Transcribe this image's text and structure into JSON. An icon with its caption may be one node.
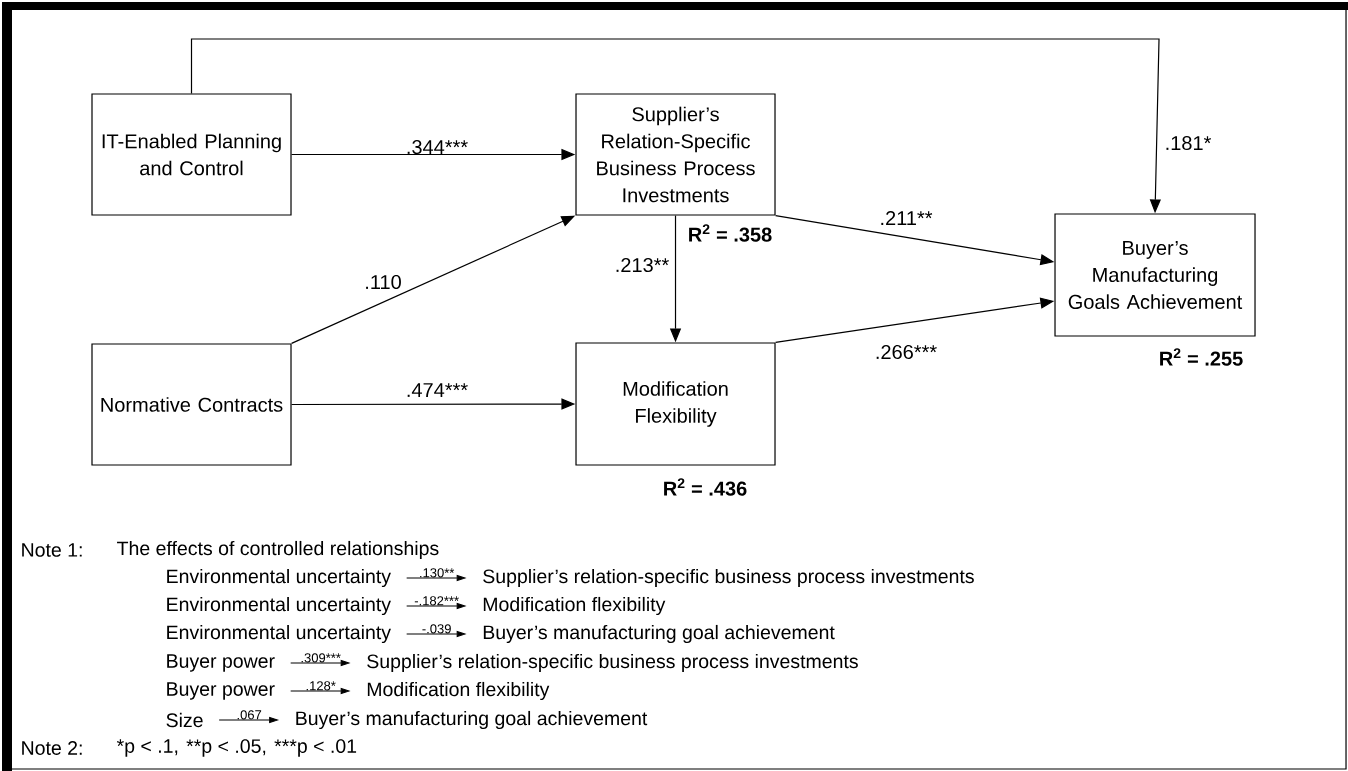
{
  "diagram": {
    "nodes": [
      {
        "text": [
          "IT-Enabled Planning and Control"
        ]
      },
      {
        "text": [
          "Supplier’s Relation-Specific Business Process Investments"
        ],
        "beside": [
          "R$^{2}$ = .358"
        ]
      },
      {
        "text": [
          "Normative Contracts"
        ]
      },
      {
        "text": [
          "Modification Flexibility"
        ],
        "beside": [
          "R$^{2}$ = .436"
        ]
      },
      {
        "text": [
          "Buyer’s Manufacturing Goals Achievement"
        ],
        "beside": [
          "R$^{2}$ = .255"
        ]
      },
      {
        "text": [
          "Environmental uncertainty"
        ]
      },
      {
        "text": [
          "Supplier’s relation-specific business process investments"
        ]
      },
      {
        "text": [
          "Environmental uncertainty"
        ]
      },
      {
        "text": [
          "Modification flexibility"
        ]
      },
      {
        "text": [
          "Environmental uncertainty"
        ]
      },
      {
        "text": [
          "Buyer’s manufacturing goal achievement"
        ]
      },
      {
        "text": [
          "Buyer power"
        ]
      },
      {
        "text": [
          "Supplier’s relation-specific business process investments"
        ]
      },
      {
        "text": [
          "Buyer power"
        ]
      },
      {
        "text": [
          "Modification flexibility"
        ]
      },
      {
        "text": [
          "Size"
        ]
      },
      {
        "text": [
          "Buyer’s manufacturing goal achievement"
        ]
      }
    ],
    "edges": [
      {
        "from": 0,
        "to": 1,
        "arrow": "to",
        "label": ".344***"
      },
      {
        "from": 0,
        "to": 4,
        "arrow": "to",
        "label": ".181*"
      },
      {
        "from": 2,
        "to": 1,
        "arrow": "to",
        "label": ".110"
      },
      {
        "from": 2,
        "to": 3,
        "arrow": "to",
        "label": ".474***"
      },
      {
        "from": 1,
        "to": 3,
        "arrow": "to",
        "label": ".213**"
      },
      {
        "from": 1,
        "to": 4,
        "arrow": "to",
        "label": ".211**"
      },
      {
        "from": 3,
        "to": 4,
        "arrow": "to",
        "label": ".266***"
      },
      {
        "from": 5,
        "to": 6,
        "arrow": "to",
        "label": ".130**"
      },
      {
        "from": 7,
        "to": 8,
        "arrow": "to",
        "label": "-.182***"
      },
      {
        "from": 9,
        "to": 10,
        "arrow": "to",
        "label": "-.039"
      },
      {
        "from": 11,
        "to": 12,
        "arrow": "to",
        "label": ".309***"
      },
      {
        "from": 13,
        "to": 14,
        "arrow": "to",
        "label": ".128*"
      },
      {
        "from": 15,
        "to": 16,
        "arrow": "to",
        "label": ".067"
      }
    ],
    "labels": [
      "Note 1:",
      "The effects of controlled relationships",
      "Note 2:",
      "*p < .1,",
      "**p < .05,",
      "***p < .01"
    ]
  }
}
